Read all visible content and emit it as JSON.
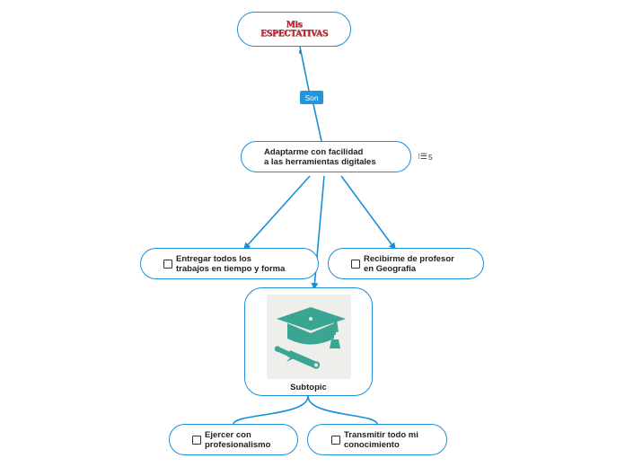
{
  "root": {
    "title": "Mis\nESPECTATIVAS"
  },
  "connector": {
    "label": "Son"
  },
  "main_topic": {
    "label": "Adaptarme con facilidad\na las herramientas digitales",
    "badge_count": "5"
  },
  "subtopics": [
    {
      "label": "Entregar todos los\ntrabajos en tiempo y forma"
    },
    {
      "label": "Recibirme de profesor\nen Geografia"
    },
    {
      "label": "Subtopic"
    },
    {
      "label": "Ejercer con\nprofesionalismo"
    },
    {
      "label": "Transmitir todo mi\nconocimiento"
    }
  ],
  "colors": {
    "line": "#1a8fd6",
    "title_red": "#d42a3a",
    "icon_green": "#3aa593",
    "icon_bg": "#eeeeea"
  },
  "icons": {
    "image": "graduation-cap-diploma-icon",
    "list": "list-icon"
  }
}
